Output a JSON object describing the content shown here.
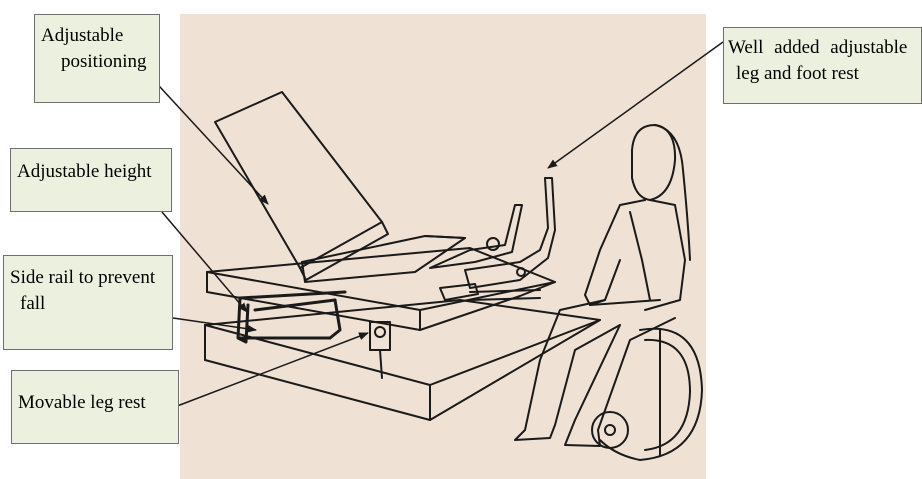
{
  "callouts": {
    "adjustable_positioning": [
      "Adjustable",
      "positioning"
    ],
    "adjustable_height": "Adjustable height",
    "side_rail": [
      "Side rail to prevent",
      "fall"
    ],
    "movable_leg_rest": "Movable leg rest",
    "foot_rest": [
      "Well added adjustable",
      "leg and foot rest"
    ]
  },
  "colors": {
    "illustration_background": "#efe1d4",
    "callout_fill": "#ebf1de",
    "callout_border": "#6f6f6f",
    "ink": "#1a1a1a"
  }
}
